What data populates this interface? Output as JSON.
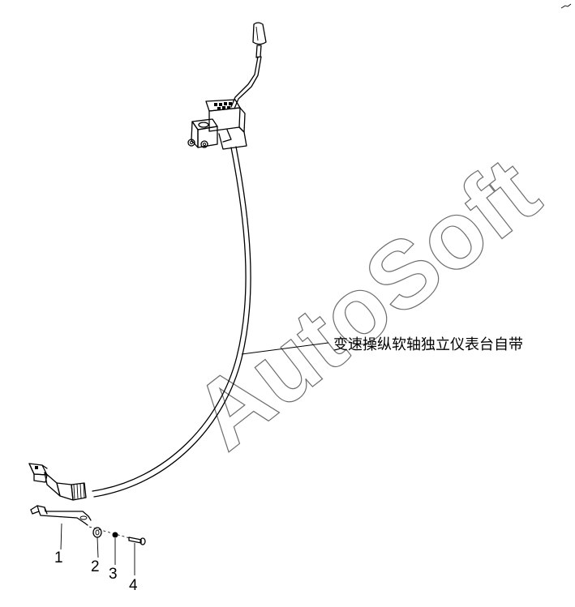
{
  "watermark": "AutoSoft",
  "callout": {
    "label": "变速操纵软轴独立仪表台自带"
  },
  "parts": [
    {
      "number": "1"
    },
    {
      "number": "2"
    },
    {
      "number": "3"
    },
    {
      "number": "4"
    }
  ],
  "colors": {
    "line": "#000000",
    "watermark": "#6e6e6e",
    "background": "#ffffff"
  }
}
